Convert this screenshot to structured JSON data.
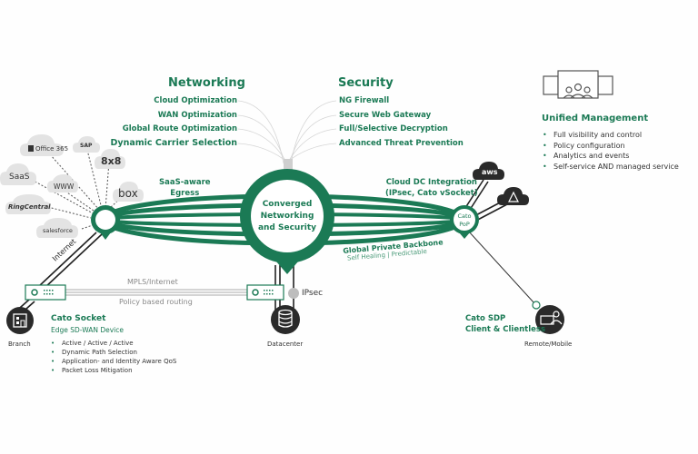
{
  "colors": {
    "brand_green": "#1b7a55",
    "dark_icon": "#2a2a2a",
    "cloud_grey": "#e3e3e3",
    "text_grey": "#888888"
  },
  "networking": {
    "title": "Networking",
    "items": [
      "Cloud Optimization",
      "WAN Optimization",
      "Global Route Optimization",
      "Dynamic Carrier Selection"
    ]
  },
  "security": {
    "title": "Security",
    "items": [
      "NG Firewall",
      "Secure Web Gateway",
      "Full/Selective Decryption",
      "Advanced Threat Prevention"
    ]
  },
  "management": {
    "icon": "management-console-icon",
    "title": "Unified Management",
    "items": [
      "Full visibility and control",
      "Policy configuration",
      "Analytics and events",
      "Self-service AND managed service"
    ]
  },
  "center": {
    "line1": "Converged",
    "line2": "Networking",
    "line3": "and Security"
  },
  "saas": {
    "label_line1": "SaaS-aware",
    "label_line2": "Egress",
    "clouds": [
      "Office 365",
      "SAP",
      "8x8",
      "SaaS",
      "WWW",
      "box",
      "RingCentral",
      "salesforce"
    ]
  },
  "cloud_dc": {
    "line1": "Cloud  DC Integration",
    "line2": "(IPsec, Cato vSocket)",
    "clouds": [
      "aws",
      "azure"
    ]
  },
  "pop": {
    "line1": "Cato",
    "line2": "PoP"
  },
  "backbone": {
    "title": "Global Private Backbone",
    "subtitle": "Self Healing | Predictable"
  },
  "links": {
    "internet": "Internet",
    "mpls": "MPLS/Internet",
    "policy": "Policy based routing",
    "ipsec": "IPsec"
  },
  "socket": {
    "title": "Cato Socket",
    "subtitle": "Edge SD-WAN Device",
    "items": [
      "Active / Active / Active",
      "Dynamic Path Selection",
      "Application- and Identity Aware QoS",
      "Packet Loss Mitigation"
    ]
  },
  "nodes": {
    "branch": "Branch",
    "datacenter": "Datacenter",
    "remote": "Remote/Mobile"
  },
  "sdp": {
    "title": "Cato SDP",
    "subtitle": "Client & Clientless"
  }
}
